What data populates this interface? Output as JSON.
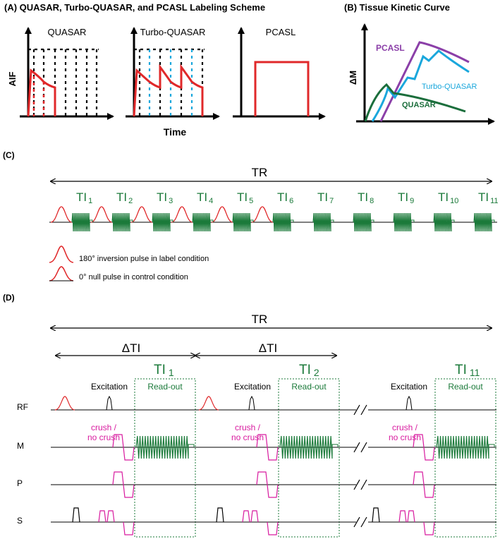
{
  "panel_a": {
    "heading": "(A) QUASAR, Turbo-QUASAR, and PCASL Labeling Scheme",
    "quasar_label": "QUASAR",
    "turbo_label": "Turbo-QUASAR",
    "pcasl_label": "PCASL",
    "y_axis_label": "AIF",
    "x_axis_label": "Time"
  },
  "panel_b": {
    "heading": "(B) Tissue Kinetic Curve",
    "y_axis_label": "ΔM",
    "curves": [
      {
        "name": "PCASL",
        "color": "#8b3fa8"
      },
      {
        "name": "Turbo-QUASAR",
        "color": "#1aa7dc"
      },
      {
        "name": "QUASAR",
        "color": "#1b6e3c"
      }
    ]
  },
  "panel_c": {
    "label": "(C)",
    "tr_label": "TR",
    "ti_labels": [
      {
        "base": "TI",
        "sub": "1"
      },
      {
        "base": "TI",
        "sub": "2"
      },
      {
        "base": "TI",
        "sub": "3"
      },
      {
        "base": "TI",
        "sub": "4"
      },
      {
        "base": "TI",
        "sub": "5"
      },
      {
        "base": "TI",
        "sub": "6"
      },
      {
        "base": "TI",
        "sub": "7"
      },
      {
        "base": "TI",
        "sub": "8"
      },
      {
        "base": "TI",
        "sub": "9"
      },
      {
        "base": "TI",
        "sub": "10"
      },
      {
        "base": "TI",
        "sub": "11"
      }
    ],
    "legend": [
      "180° inversion pulse in label condition",
      "0° null pulse in control condition"
    ]
  },
  "panel_d": {
    "label": "(D)",
    "tr_label": "TR",
    "delta_ti_label": "ΔTI",
    "ti_labels": [
      {
        "base": "TI",
        "sub": "1"
      },
      {
        "base": "TI",
        "sub": "2"
      },
      {
        "base": "TI",
        "sub": "11"
      }
    ],
    "excitation_label": "Excitation",
    "readout_label": "Read-out",
    "crush_line1": "crush /",
    "crush_line2": "no crush",
    "row_labels": [
      "RF",
      "M",
      "P",
      "S"
    ]
  },
  "colors": {
    "red": "#e0282a",
    "cyan": "#1aa7dc",
    "green": "#1b7a3a",
    "magenta": "#d81b9f",
    "purple": "#8b3fa8"
  }
}
